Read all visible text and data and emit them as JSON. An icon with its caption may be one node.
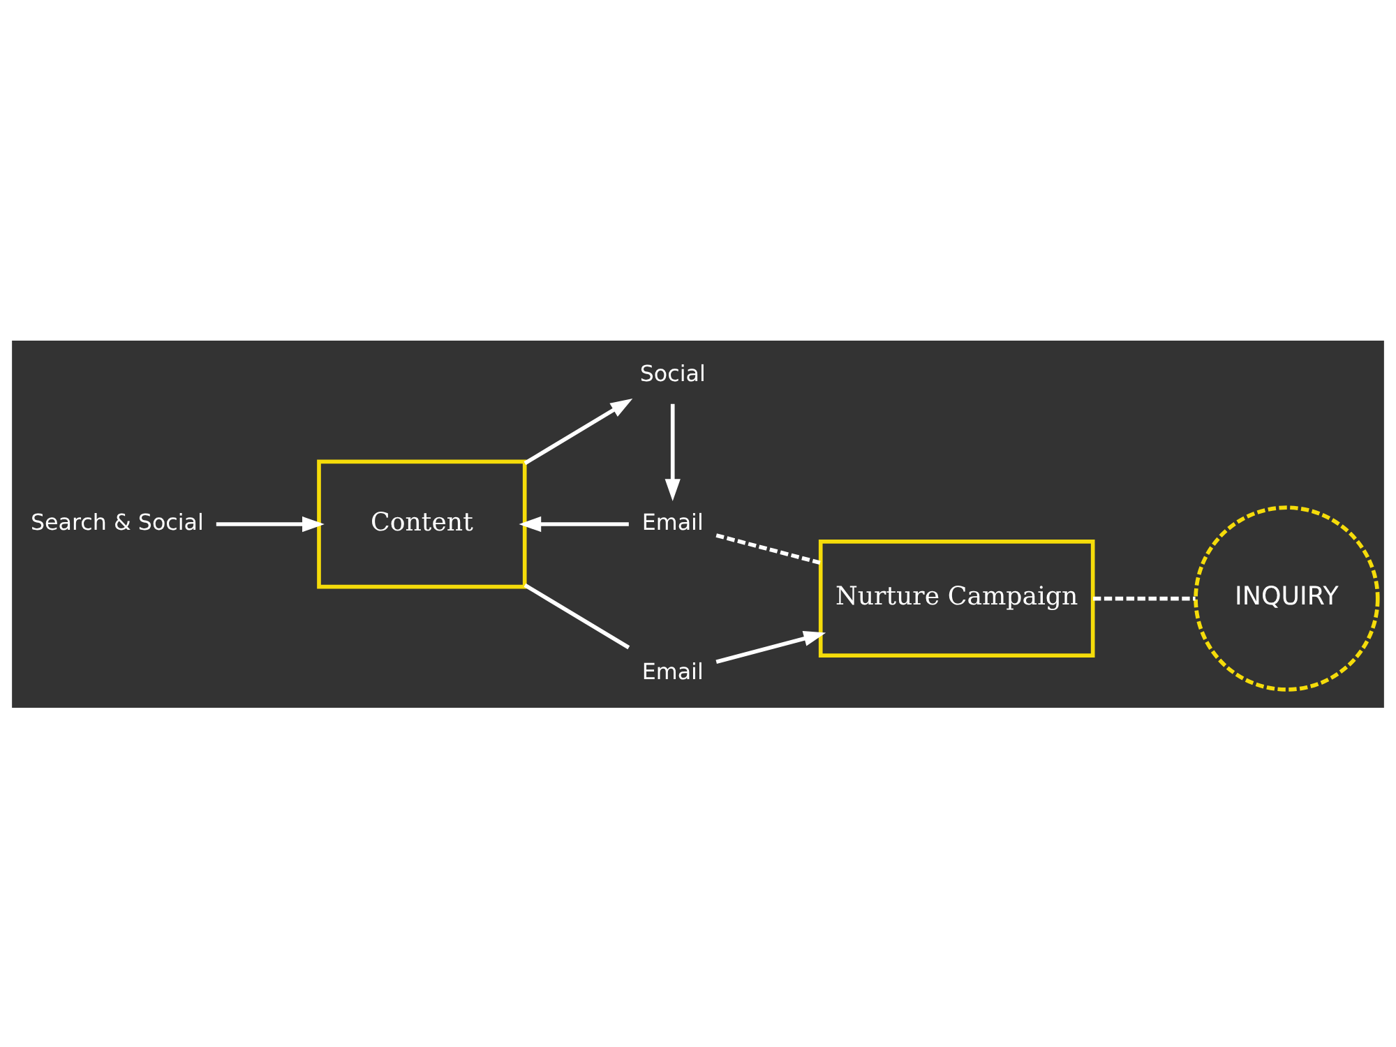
{
  "diagram": {
    "nodes": [
      {
        "text": [
          "Search & Social"
        ]
      },
      {
        "text": [
          "Content"
        ]
      },
      {
        "text": [
          "Social"
        ]
      },
      {
        "text": [
          "Email"
        ]
      },
      {
        "text": [
          "Nurture Campaign"
        ]
      },
      {
        "text": [
          "Email"
        ]
      },
      {
        "text": [
          "INQUIRY"
        ]
      }
    ],
    "edges": [
      {
        "from": 0,
        "to": 1,
        "arrow": "to"
      },
      {
        "from": 1,
        "to": 2,
        "arrow": "to"
      },
      {
        "from": 2,
        "to": 3,
        "arrow": "to"
      },
      {
        "from": 3,
        "to": 1,
        "arrow": "to"
      },
      {
        "from": 3,
        "to": 4,
        "arrow": "none",
        "style": "dashed"
      },
      {
        "from": 1,
        "to": 5,
        "arrow": "none"
      },
      {
        "from": 5,
        "to": 4,
        "arrow": "to"
      },
      {
        "from": 4,
        "to": 6,
        "arrow": "none",
        "style": "dashed"
      }
    ]
  }
}
